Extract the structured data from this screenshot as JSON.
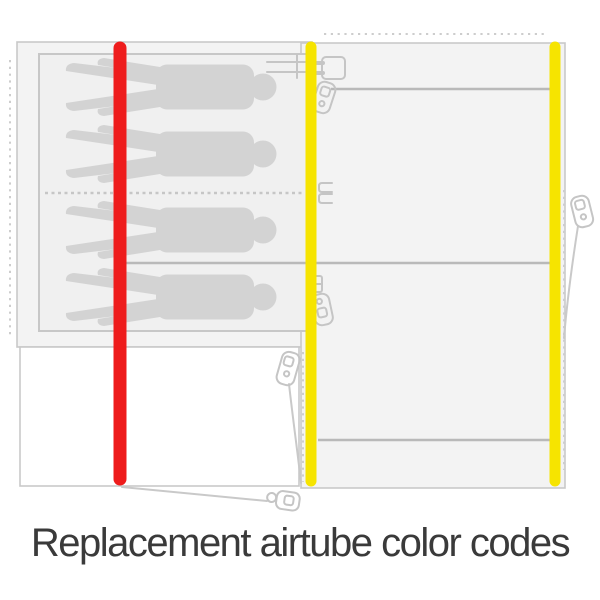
{
  "title": "Replacement airtube color codes",
  "colors": {
    "background": "#ffffff",
    "red-tube": "#ee1c1c",
    "yellow-tube": "#f6e400",
    "panel-fill": "#f3f3f3",
    "panel-stroke": "#c9c9c9",
    "banner-fill": "#f0f0f0",
    "silhouette": "#d3d3d3",
    "seam": "#b9b9b9",
    "zipper": "#c5c5c5",
    "text": "#3a3a3a"
  },
  "tubes": [
    {
      "position": "left",
      "color_name": "red",
      "hex": "#ee1c1c"
    },
    {
      "position": "middle",
      "color_name": "yellow",
      "hex": "#f6e400"
    },
    {
      "position": "right",
      "color_name": "yellow",
      "hex": "#f6e400"
    }
  ],
  "banner": {
    "silhouette_count": 4
  }
}
